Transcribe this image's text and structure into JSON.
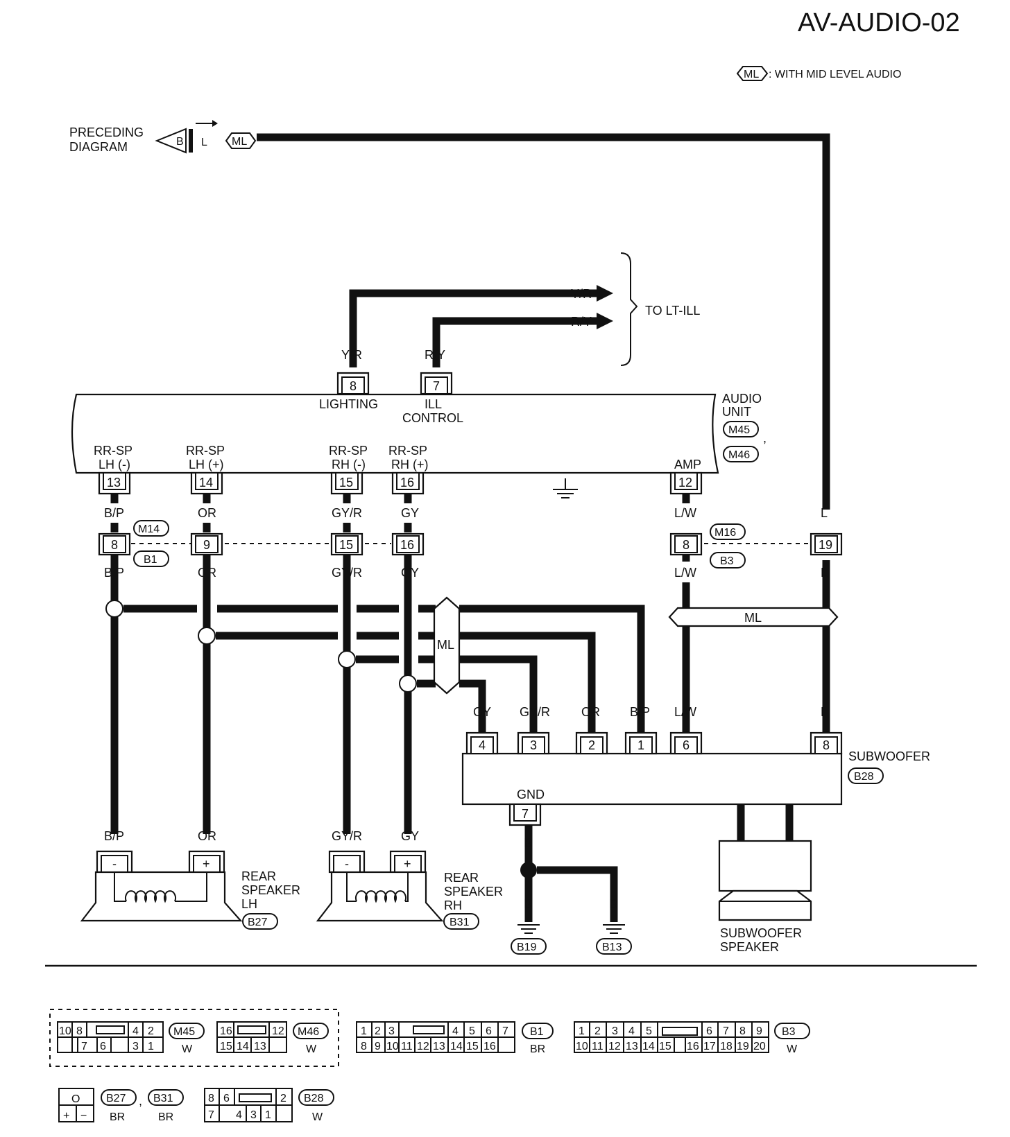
{
  "title": "AV-AUDIO-02",
  "legend": {
    "code": "ML",
    "text": ": WITH MID LEVEL AUDIO"
  },
  "preceding": {
    "line1": "PRECEDING",
    "line2": "DIAGRAM",
    "ref": "B",
    "wire": "L",
    "tag": "ML"
  },
  "to_lt_ill": "TO LT-ILL",
  "wires": {
    "YR": "Y/R",
    "RY": "R/Y",
    "BP": "B/P",
    "OR": "OR",
    "GYR": "GY/R",
    "GY": "GY",
    "LW": "L/W",
    "L": "L",
    "B": "B",
    "ML": "ML"
  },
  "audio_unit": {
    "name1": "AUDIO",
    "name2": "UNIT",
    "conn1": "M45",
    "conn2": "M46",
    "sep": ",",
    "lighting": "LIGHTING",
    "ill1": "ILL",
    "ill2": "CONTROL",
    "amp": "AMP",
    "rrsp": "RR-SP",
    "lhm": "LH (-)",
    "lhp": "LH (+)",
    "rhm": "RH (-)",
    "rhp": "RH (+)",
    "pins": {
      "p8": "8",
      "p7": "7",
      "p13": "13",
      "p14": "14",
      "p15": "15",
      "p16": "16",
      "p12": "12"
    }
  },
  "junction1": {
    "top": "M14",
    "bottom": "B1",
    "pins": {
      "a": "8",
      "b": "9",
      "c": "15",
      "d": "16"
    }
  },
  "junction2": {
    "top": "M16",
    "bottom": "B3",
    "pins": {
      "a": "8",
      "b": "19"
    }
  },
  "subwoofer": {
    "name": "SUBWOOFER",
    "conn": "B28",
    "gnd": "GND",
    "pins": {
      "p4": "4",
      "p3": "3",
      "p2": "2",
      "p1": "1",
      "p6": "6",
      "p8": "8",
      "p7": "7"
    },
    "speaker1": "SUBWOOFER",
    "speaker2": "SPEAKER"
  },
  "rear_lh": {
    "line1": "REAR",
    "line2": "SPEAKER",
    "line3": "LH",
    "conn": "B27",
    "minus": "-",
    "plus": "+"
  },
  "rear_rh": {
    "line1": "REAR",
    "line2": "SPEAKER",
    "line3": "RH",
    "conn": "B31",
    "minus": "-",
    "plus": "+"
  },
  "grounds": {
    "g1": "B19",
    "g2": "B13"
  },
  "connector_views": {
    "m45": {
      "id": "M45",
      "color": "W",
      "top": [
        "10",
        "8",
        "4",
        "2"
      ],
      "bottom": [
        "7",
        "6",
        "3",
        "1"
      ]
    },
    "m46": {
      "id": "M46",
      "color": "W",
      "top": [
        "16",
        "12"
      ],
      "bottom": [
        "15",
        "14",
        "13"
      ]
    },
    "b1": {
      "id": "B1",
      "color": "BR",
      "top": [
        "1",
        "2",
        "3",
        "4",
        "5",
        "6",
        "7"
      ],
      "bottom": [
        "8",
        "9",
        "10",
        "11",
        "12",
        "13",
        "14",
        "15",
        "16"
      ]
    },
    "b3": {
      "id": "B3",
      "color": "W",
      "top": [
        "1",
        "2",
        "3",
        "4",
        "5",
        "6",
        "7",
        "8",
        "9"
      ],
      "bottom": [
        "10",
        "11",
        "12",
        "13",
        "14",
        "15",
        "16",
        "17",
        "18",
        "19",
        "20"
      ]
    },
    "b27": {
      "id": "B27",
      "id2": "B31",
      "sep": ",",
      "color": "BR",
      "color2": "BR",
      "top": [
        "O"
      ],
      "bottom": [
        "+",
        "−"
      ]
    },
    "b28": {
      "id": "B28",
      "color": "W",
      "top": [
        "8",
        "6",
        "2"
      ],
      "bottom": [
        "7",
        "4",
        "3",
        "1"
      ]
    }
  }
}
